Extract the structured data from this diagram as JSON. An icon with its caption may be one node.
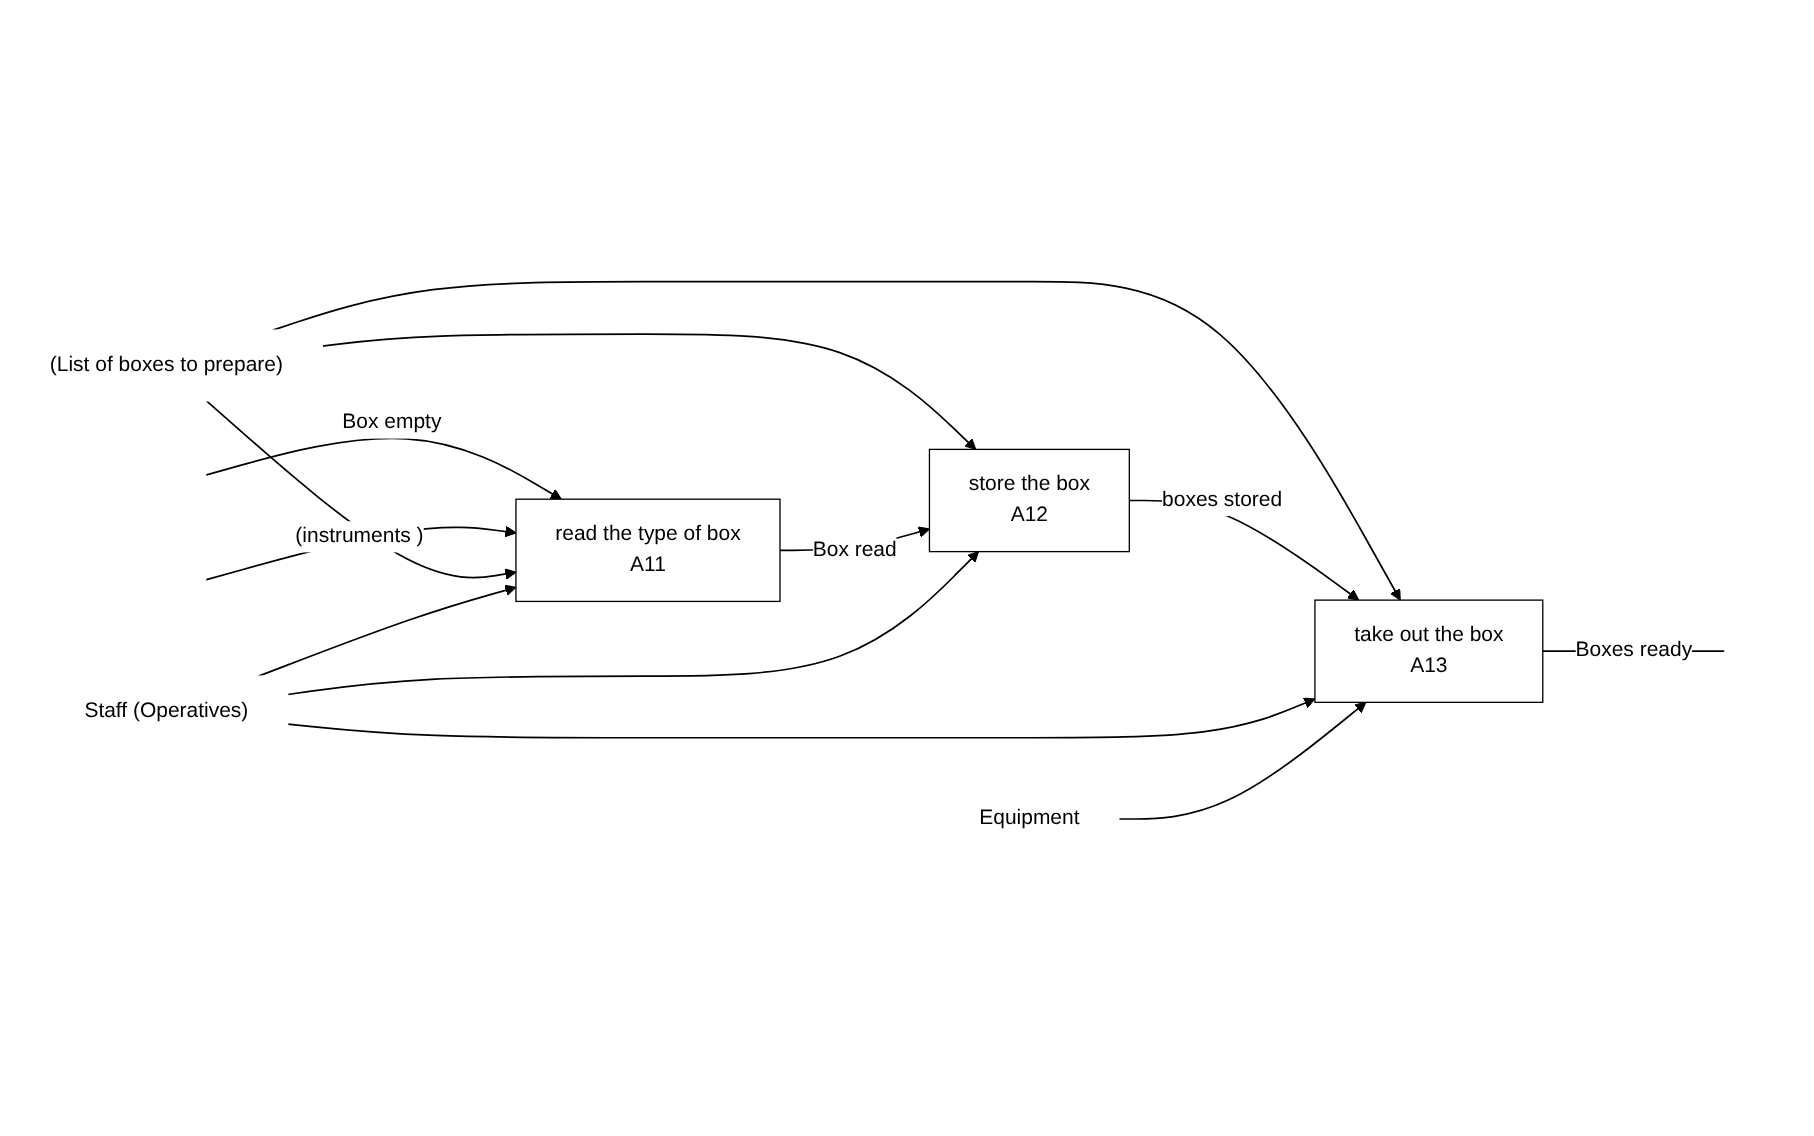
{
  "diagram": {
    "nodes": [
      {
        "text": [
          "(List of boxes to prepare)"
        ]
      },
      {
        "text": [
          "read the type of box",
          "A11"
        ]
      },
      {
        "text": [
          "store the box",
          "A12"
        ]
      },
      {
        "text": [
          "take out the box",
          "A13"
        ]
      },
      {
        "text": [
          "Staff (Operatives)"
        ]
      },
      {
        "text": [
          "Equipment"
        ]
      }
    ],
    "edges": [
      {
        "from": null,
        "to": 1,
        "arrow": "to",
        "label": "Box empty"
      },
      {
        "from": null,
        "to": 1,
        "arrow": "to",
        "label": "(instruments )"
      },
      {
        "from": 0,
        "to": 1,
        "arrow": "to"
      },
      {
        "from": 0,
        "to": 2,
        "arrow": "to"
      },
      {
        "from": 0,
        "to": 3,
        "arrow": "to"
      },
      {
        "from": 1,
        "to": 2,
        "arrow": "to",
        "label": "Box read"
      },
      {
        "from": 2,
        "to": 3,
        "arrow": "to",
        "label": "boxes stored"
      },
      {
        "from": 3,
        "to": null,
        "arrow": "none",
        "label": "Boxes ready"
      },
      {
        "from": 4,
        "to": 1,
        "arrow": "to"
      },
      {
        "from": 4,
        "to": 2,
        "arrow": "to"
      },
      {
        "from": 4,
        "to": 3,
        "arrow": "to"
      },
      {
        "from": 5,
        "to": 3,
        "arrow": "to"
      }
    ]
  }
}
